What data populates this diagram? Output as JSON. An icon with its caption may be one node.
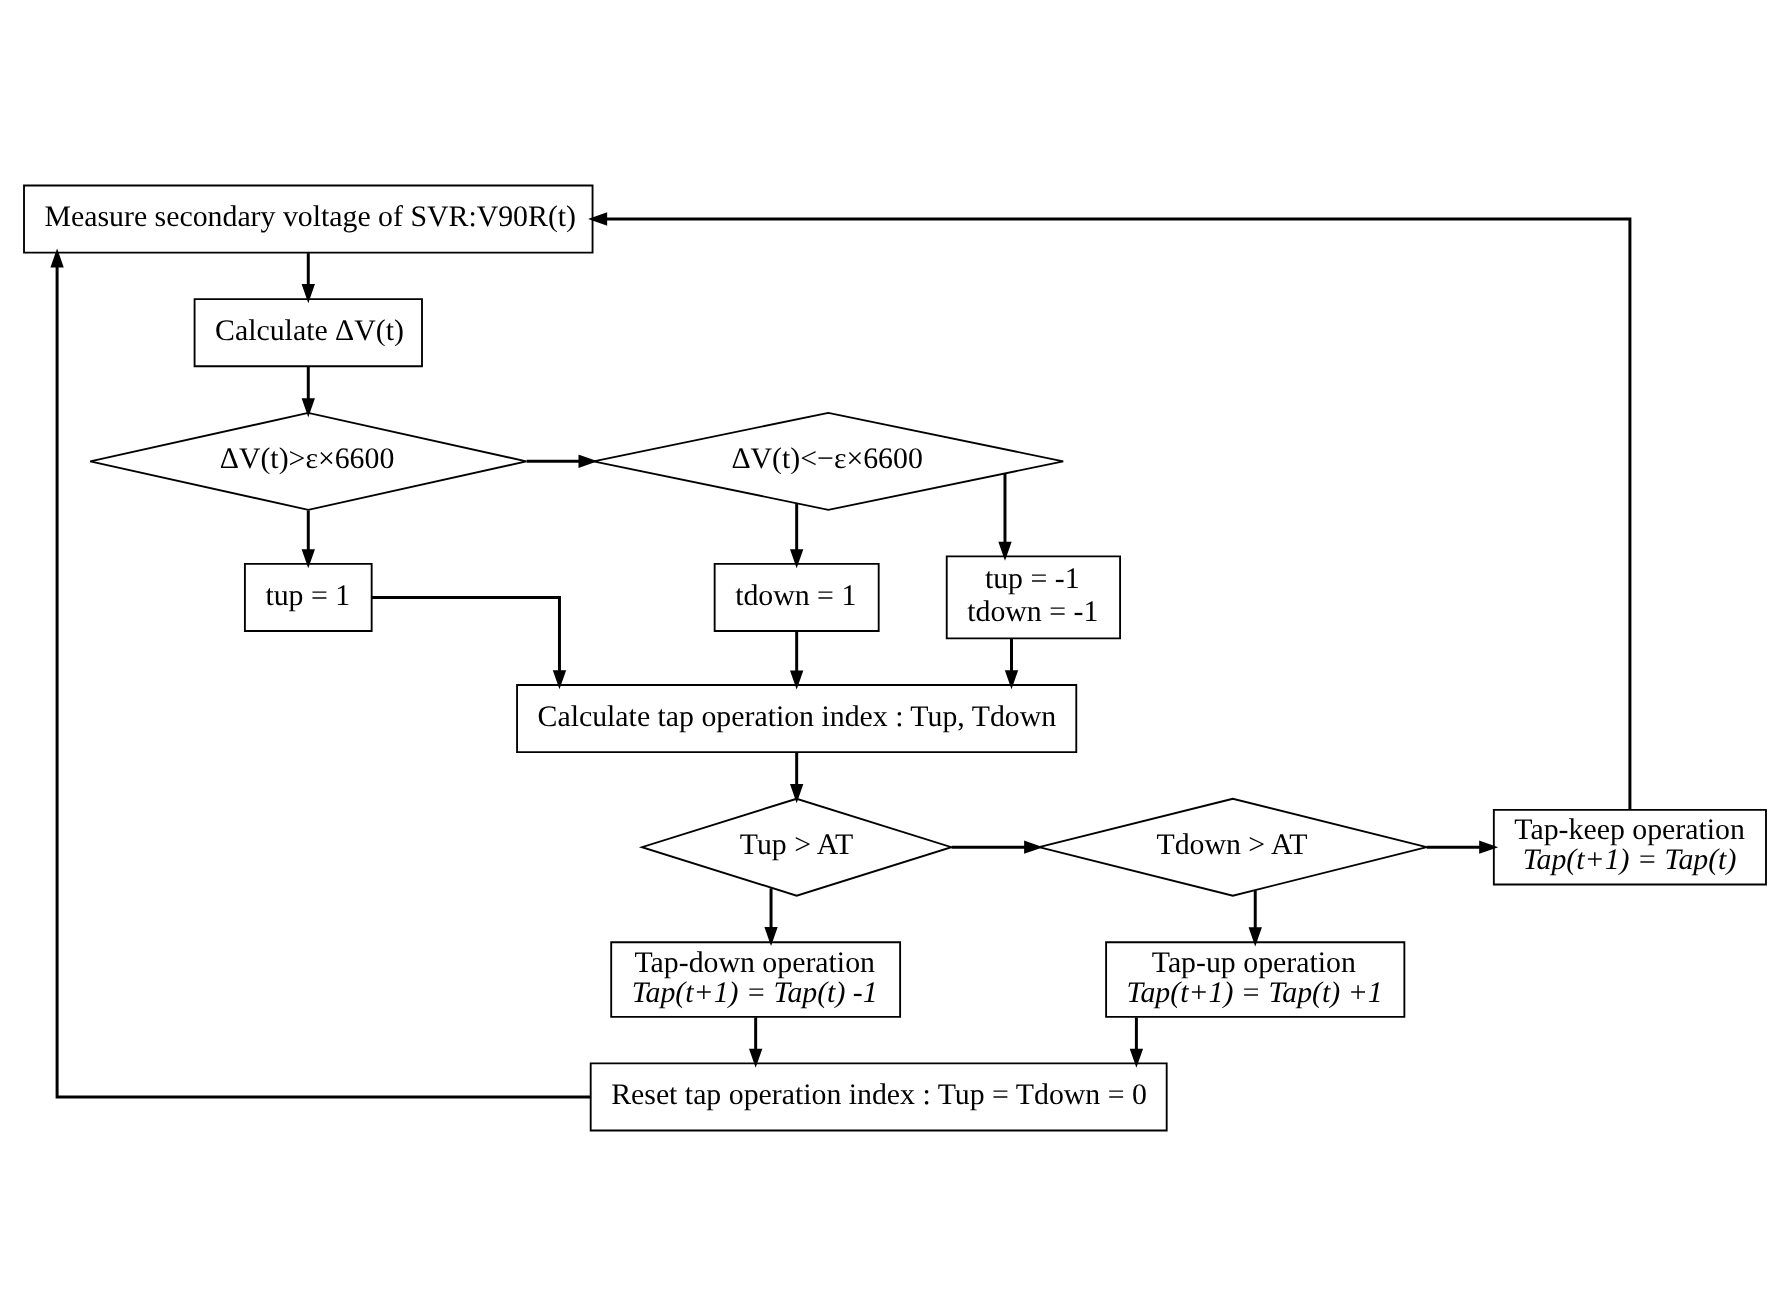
{
  "diagram": {
    "nodes": [
      {
        "text": [
          "Measure secondary voltage of SVR:V90R(t)"
        ]
      },
      {
        "text": [
          "Calculate ΔV(t)"
        ]
      },
      {
        "text": [
          "ΔV(t)>ε×6600"
        ]
      },
      {
        "text": [
          "ΔV(t)<−ε×6600"
        ]
      },
      {
        "text": [
          "tup = 1"
        ]
      },
      {
        "text": [
          "tdown = 1"
        ]
      },
      {
        "text": [
          "tup = -1",
          "tdown = -1"
        ]
      },
      {
        "text": [
          "Calculate tap operation index : Tup, Tdown"
        ]
      },
      {
        "text": [
          "Tup > AT"
        ]
      },
      {
        "text": [
          "Tdown > AT"
        ]
      },
      {
        "text": [
          "Tap-keep operation",
          "Tap(t+1) = Tap(t)"
        ]
      },
      {
        "text": [
          "Tap-down operation",
          "Tap(t+1) = Tap(t) -1"
        ]
      },
      {
        "text": [
          "Tap-up operation",
          "Tap(t+1) = Tap(t) +1"
        ]
      },
      {
        "text": [
          "Reset tap operation index : Tup = Tdown = 0"
        ]
      }
    ],
    "edges": [
      {
        "from": 0,
        "to": 1,
        "arrow": "to"
      },
      {
        "from": 1,
        "to": 2,
        "arrow": "to"
      },
      {
        "from": 2,
        "to": 3,
        "arrow": "to"
      },
      {
        "from": 2,
        "to": 4,
        "arrow": "to"
      },
      {
        "from": 3,
        "to": 5,
        "arrow": "to"
      },
      {
        "from": 3,
        "to": 6,
        "arrow": "to"
      },
      {
        "from": 4,
        "to": 7,
        "arrow": "to"
      },
      {
        "from": 5,
        "to": 7,
        "arrow": "to"
      },
      {
        "from": 6,
        "to": 7,
        "arrow": "to"
      },
      {
        "from": 7,
        "to": 8,
        "arrow": "to"
      },
      {
        "from": 8,
        "to": 9,
        "arrow": "to"
      },
      {
        "from": 9,
        "to": 10,
        "arrow": "to"
      },
      {
        "from": 8,
        "to": 11,
        "arrow": "to"
      },
      {
        "from": 9,
        "to": 12,
        "arrow": "to"
      },
      {
        "from": 11,
        "to": 13,
        "arrow": "to"
      },
      {
        "from": 12,
        "to": 13,
        "arrow": "to"
      },
      {
        "from": 13,
        "to": 0,
        "arrow": "to"
      },
      {
        "from": 10,
        "to": 0,
        "arrow": "to"
      }
    ]
  }
}
